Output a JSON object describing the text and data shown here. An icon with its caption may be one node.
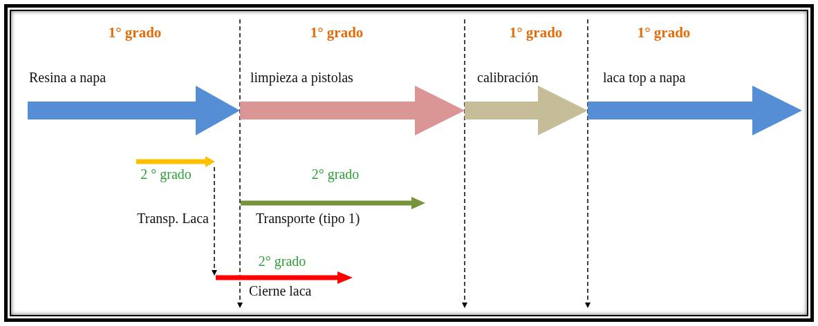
{
  "diagram": {
    "nodes": [
      {
        "text": [
          "1° grado",
          "Resina a napa"
        ]
      },
      {
        "text": [
          "1° grado",
          "limpieza a pistolas"
        ]
      },
      {
        "text": [
          "1° grado",
          "calibración"
        ]
      },
      {
        "text": [
          "1° grado",
          "laca top a napa"
        ]
      },
      {
        "text": [
          "2 ° grado",
          "Transp. Laca"
        ]
      },
      {
        "text": [
          "2° grado",
          "Transporte (tipo 1)"
        ]
      },
      {
        "text": [
          "2° grado",
          "Cierne laca"
        ]
      }
    ],
    "edges": [
      {
        "from": 4,
        "to": 6,
        "arrow": "to",
        "style": "dashed"
      }
    ]
  }
}
